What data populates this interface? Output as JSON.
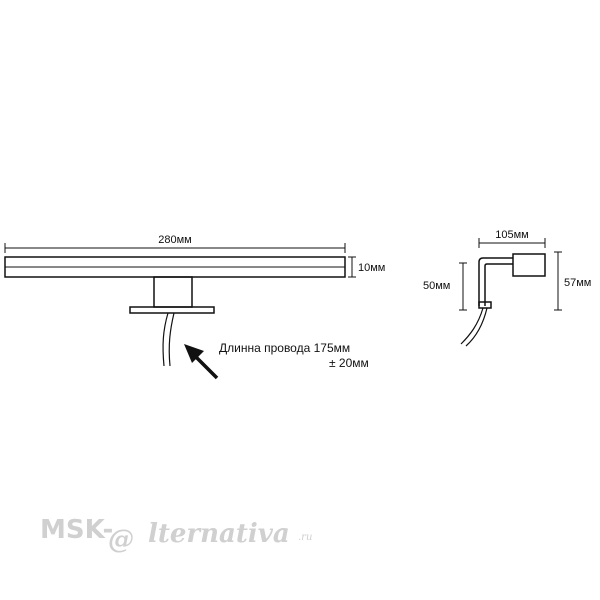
{
  "front_view": {
    "width_label": "280мм",
    "thickness_label": "10мм",
    "cable_note_line1": "Длинна провода 175мм",
    "cable_note_line2": "± 20мм"
  },
  "side_view": {
    "depth_label": "105мм",
    "bracket_height_label": "50мм",
    "total_height_label": "57мм"
  },
  "watermark": {
    "prefix": "MSK-",
    "at_sign": "@",
    "suffix": "lternativa",
    "domain": ".ru"
  },
  "colors": {
    "line": "#111111",
    "watermark": "#d0d0d0"
  }
}
